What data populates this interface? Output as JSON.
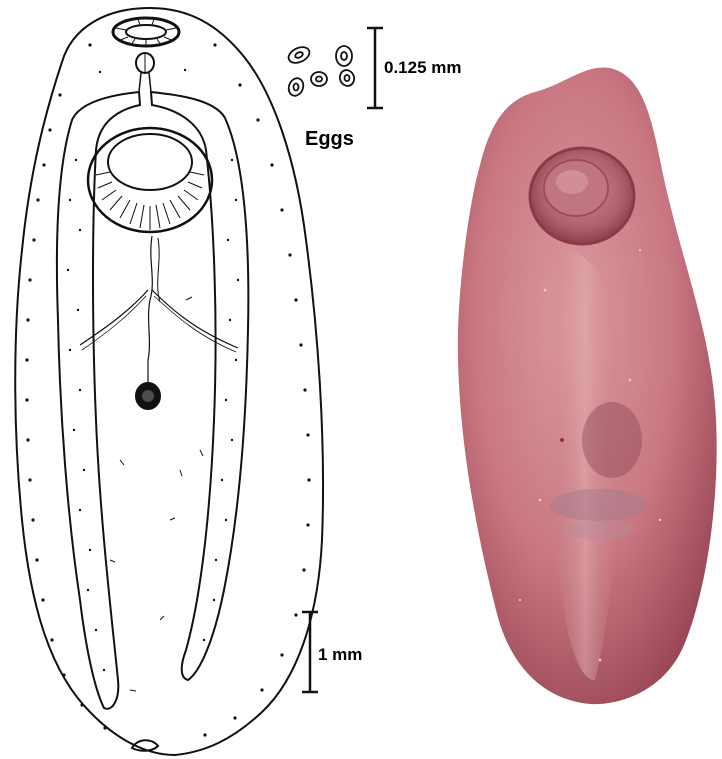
{
  "figure": {
    "eggs_label": "Eggs",
    "egg_scale_label": "0.125 mm",
    "body_scale_label": "1 mm",
    "colors": {
      "ink": "#111111",
      "specimen_body": "#c97882",
      "specimen_shadow": "#8a3e4c",
      "specimen_highlight": "#e3a8ac",
      "background": "#ffffff"
    }
  }
}
